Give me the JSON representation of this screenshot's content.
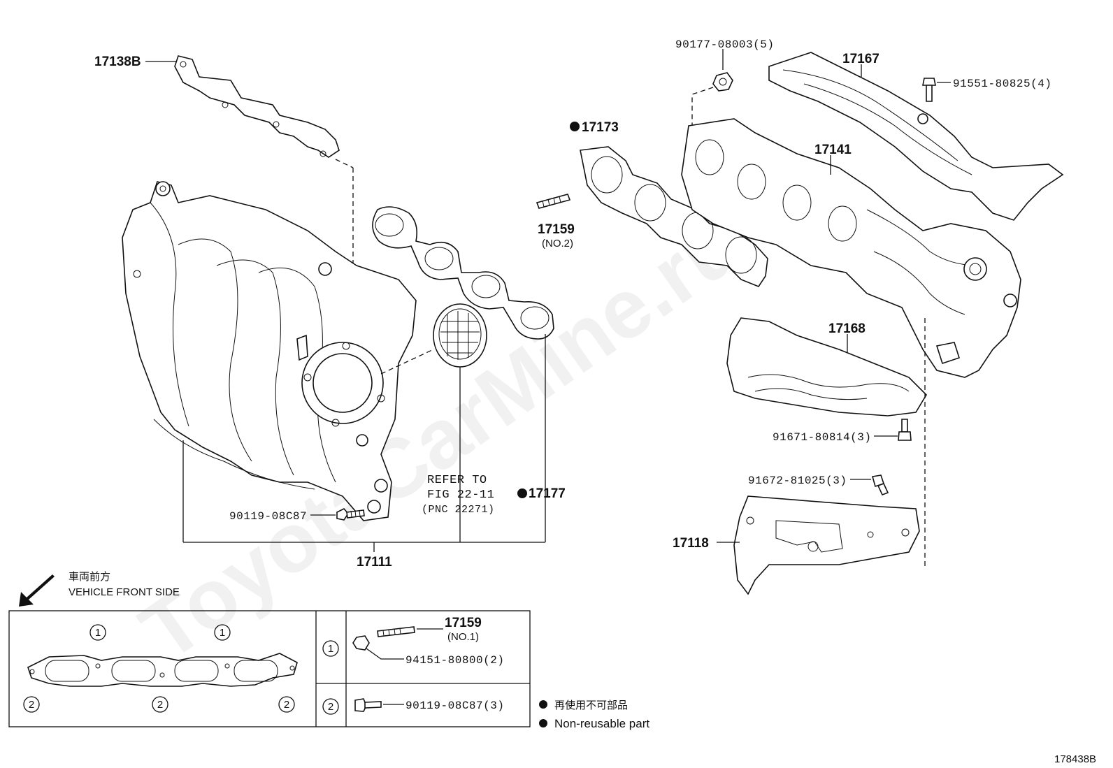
{
  "diagram": {
    "ref_code": "178438B",
    "watermark": "ToyotaCarMine.ru",
    "parts": {
      "p17138B": "17138B",
      "p90177": "90177-08003(5)",
      "p17167": "17167",
      "p91551": "91551-80825(4)",
      "p17173": "17173",
      "p17141": "17141",
      "p17159a": "17159",
      "p17159a_sub": "(NO.2)",
      "p17168": "17168",
      "p91671": "91671-80814(3)",
      "p91672": "91672-81025(3)",
      "p17118": "17118",
      "p17177": "17177",
      "p90119": "90119-08C87",
      "p17111": "17111"
    },
    "refer": {
      "line1": "REFER TO",
      "line2": "FIG 22-11",
      "line3": "(PNC 22271)"
    },
    "front": {
      "jp": "車両前方",
      "en": "VEHICLE FRONT SIDE"
    },
    "table": {
      "row1_num": "1",
      "row1_part": "17159",
      "row1_part_sub": "(NO.1)",
      "row1_nut": "94151-80800(2)",
      "row2_num": "2",
      "row2_bolt": "90119-08C87(3)",
      "gasket_marks": [
        "1",
        "1",
        "2",
        "2",
        "2"
      ]
    },
    "legend": {
      "jp": "再使用不可部品",
      "en": "Non-reusable part"
    }
  }
}
